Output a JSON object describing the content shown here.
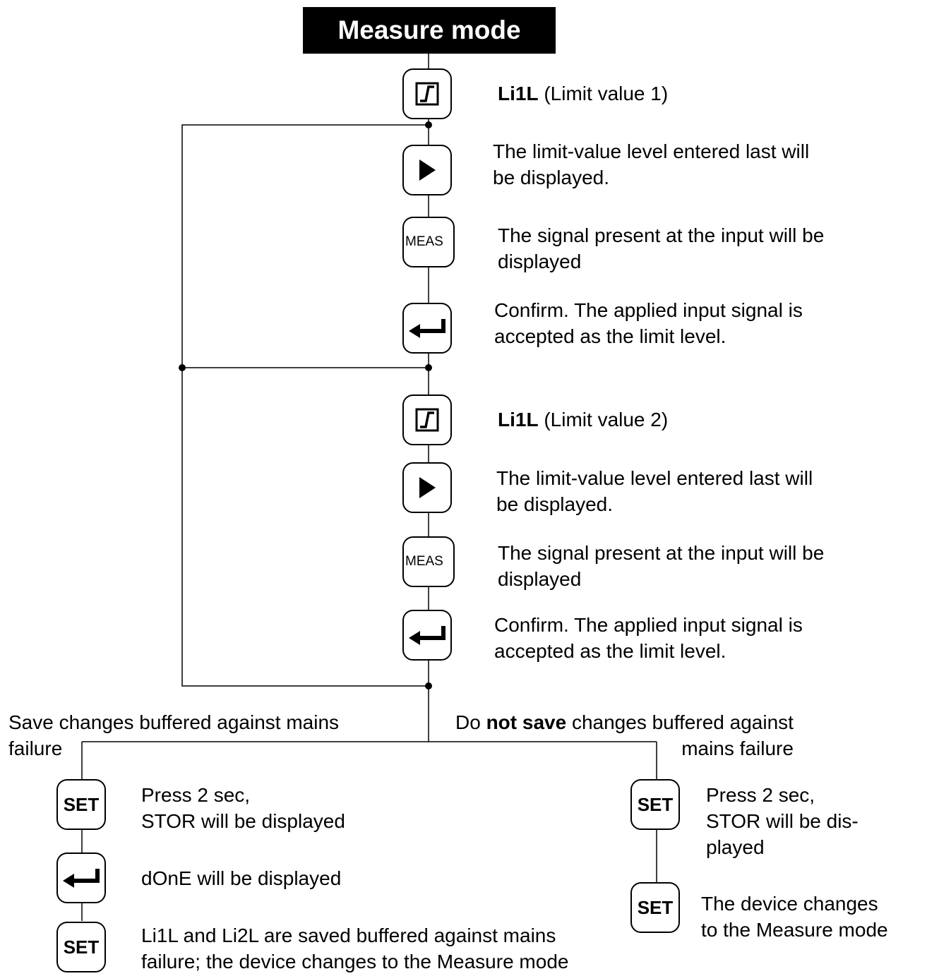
{
  "header": {
    "title": "Measure mode"
  },
  "block1": {
    "limit_code": "Li1L",
    "limit_name": "(Limit value 1)",
    "play_text": [
      "The limit-value level entered last will",
      "be displayed."
    ],
    "meas_key": "MEAS",
    "meas_text": [
      "The signal present at the input will be",
      "displayed"
    ],
    "enter_text": [
      "Confirm. The applied input signal is",
      "accepted as the limit level."
    ]
  },
  "block2": {
    "limit_code": "Li1L",
    "limit_name": "(Limit value 2)",
    "play_text": [
      "The limit-value level entered last will",
      "be displayed."
    ],
    "meas_key": "MEAS",
    "meas_text": [
      "The signal present at the input will be",
      "displayed"
    ],
    "enter_text": [
      "Confirm. The applied input signal is",
      "accepted as the limit level."
    ]
  },
  "save_branch": {
    "heading": [
      "Save changes buffered against mains",
      "failure"
    ],
    "set_key": "SET",
    "step1": [
      "Press 2 sec,",
      "STOR will be displayed"
    ],
    "step2": "dOnE will be displayed",
    "step3": [
      "Li1L and Li2L are saved buffered against mains",
      "failure; the device changes to the Measure mode"
    ]
  },
  "nosave_branch": {
    "heading_pre": "Do ",
    "heading_bold": "not save",
    "heading_post": " changes buffered against",
    "heading_line2": "mains failure",
    "set_key": "SET",
    "step1": [
      "Press 2 sec,",
      "STOR will be dis-",
      "played"
    ],
    "step2": [
      "The device changes",
      "to the Measure mode"
    ]
  },
  "icons": [
    "limit-key-icon",
    "play-key-icon",
    "enter-key-icon",
    "meas-key",
    "set-key"
  ]
}
